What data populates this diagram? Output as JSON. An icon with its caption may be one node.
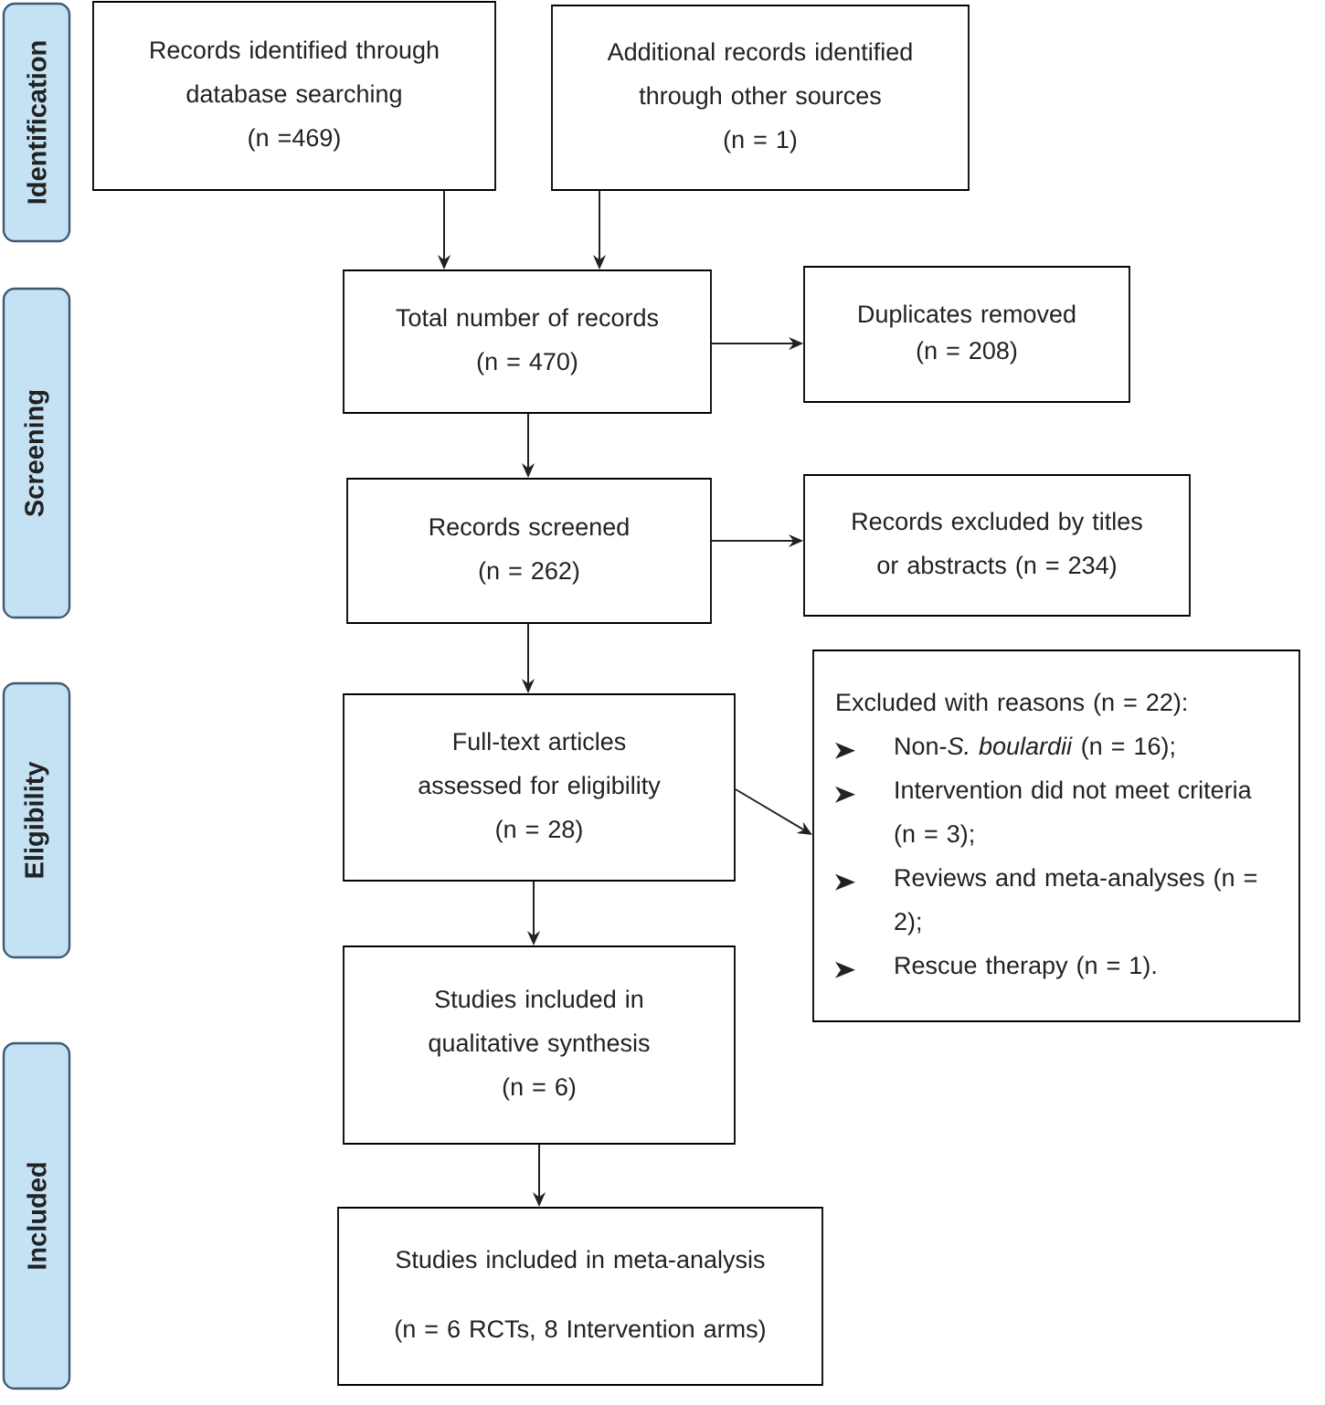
{
  "diagram": {
    "nodes": [
      {
        "text": [
          "Identification"
        ]
      },
      {
        "text": [
          "Screening"
        ]
      },
      {
        "text": [
          "Eligibility"
        ]
      },
      {
        "text": [
          "Included"
        ]
      },
      {
        "text": [
          "Records identified through database searching",
          "(n =469)"
        ]
      },
      {
        "text": [
          "Additional records identified through other sources",
          "(n = 1)"
        ]
      },
      {
        "text": [
          "Total number of records",
          "(n = 470)"
        ]
      },
      {
        "text": [
          "Duplicates removed",
          "(n = 208)"
        ]
      },
      {
        "text": [
          "Records screened",
          "(n = 262)"
        ]
      },
      {
        "text": [
          "Records excluded by titles or abstracts (n = 234)"
        ]
      },
      {
        "text": [
          "Full-text articles assessed for eligibility",
          "(n = 28)"
        ]
      },
      {
        "text": [
          "Excluded with reasons (n = 22):",
          "Non-*S. boulardii* (n = 16);",
          "Intervention did not meet criteria (n = 3);",
          "Reviews and meta-analyses (n = 2);",
          "Rescue therapy (n = 1)."
        ]
      },
      {
        "text": [
          "Studies included in qualitative synthesis",
          "(n = 6)"
        ]
      },
      {
        "text": [
          "Studies included in meta-analysis",
          "(n = 6 RCTs, 8 Intervention arms)"
        ]
      }
    ],
    "edges": [
      {
        "from": 4,
        "to": 6,
        "arrow": "to"
      },
      {
        "from": 5,
        "to": 6,
        "arrow": "to"
      },
      {
        "from": 6,
        "to": 7,
        "arrow": "to"
      },
      {
        "from": 6,
        "to": 8,
        "arrow": "to"
      },
      {
        "from": 8,
        "to": 9,
        "arrow": "to"
      },
      {
        "from": 8,
        "to": 10,
        "arrow": "to"
      },
      {
        "from": 10,
        "to": 11,
        "arrow": "to"
      },
      {
        "from": 10,
        "to": 12,
        "arrow": "to"
      },
      {
        "from": 12,
        "to": 13,
        "arrow": "to"
      }
    ]
  }
}
